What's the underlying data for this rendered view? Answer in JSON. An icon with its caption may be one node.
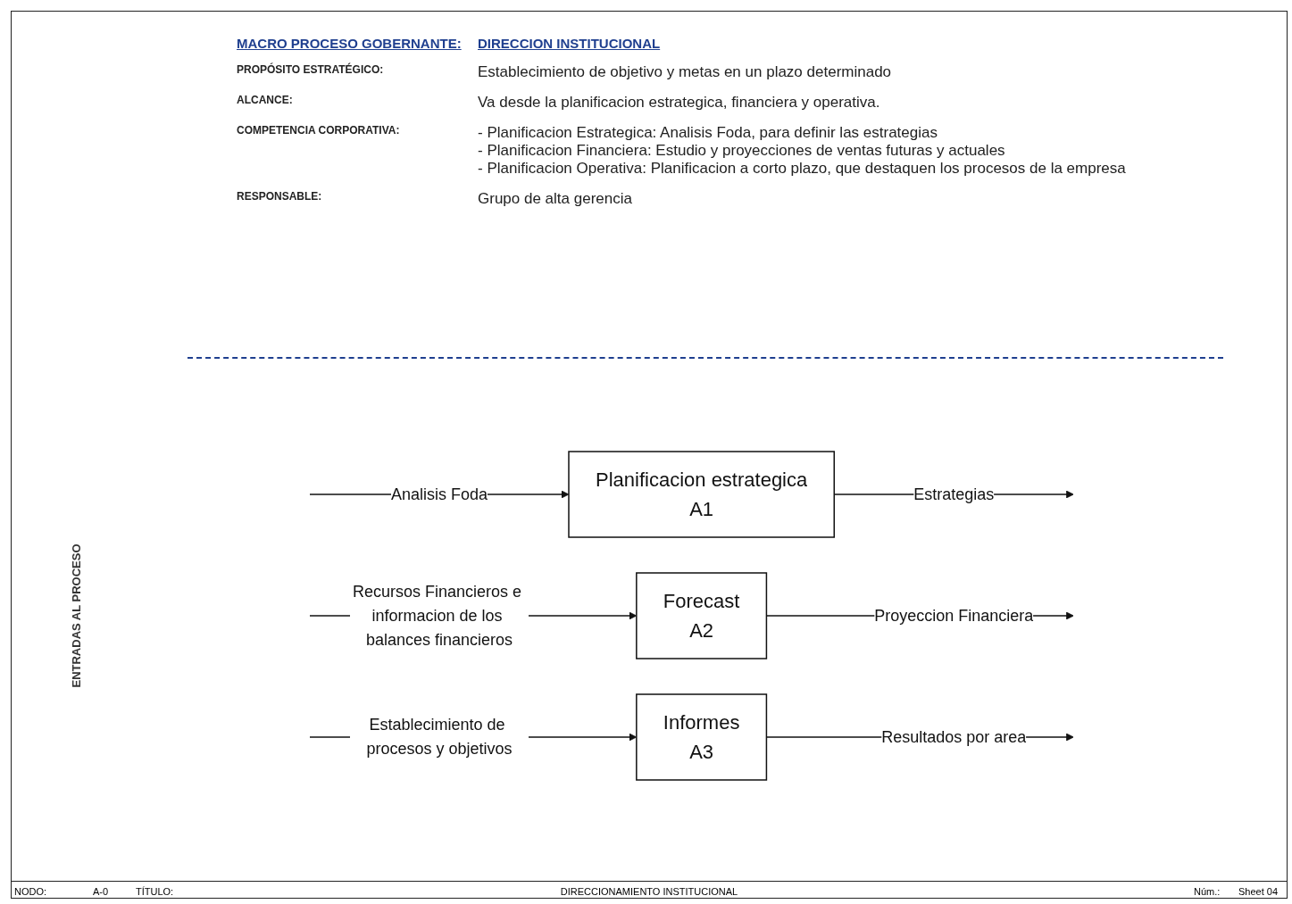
{
  "diagram": {
    "title": "DIRECCIONAMIENTO INSTITUCIONAL",
    "nodes": [
      {
        "text": [
          "Planificacion estrategica",
          "A1"
        ]
      },
      {
        "text": [
          "Forecast",
          "A2"
        ]
      },
      {
        "text": [
          "Informes",
          "A3"
        ]
      }
    ],
    "edges": [
      {
        "from": null,
        "to": 0,
        "arrow": "to",
        "label": "Analisis Foda"
      },
      {
        "from": 0,
        "to": null,
        "arrow": "to",
        "label": "Estrategias"
      },
      {
        "from": null,
        "to": 1,
        "arrow": "to",
        "label": "Recursos Financieros e informacion de los balances financieros"
      },
      {
        "from": 1,
        "to": null,
        "arrow": "to",
        "label": "Proyeccion Financiera"
      },
      {
        "from": null,
        "to": 2,
        "arrow": "to",
        "label": "Establecimiento de procesos y objetivos"
      },
      {
        "from": 2,
        "to": null,
        "arrow": "to",
        "label": "Resultados por area"
      }
    ],
    "labels": [
      "MACRO PROCESO GOBERNANTE:",
      "DIRECCION INSTITUCIONAL",
      "PROPÓSITO ESTRATÉGICO:",
      "Establecimiento de objetivo y metas en un plazo determinado",
      "ALCANCE:",
      "Va desde la planificacion estrategica, financiera y operativa.",
      "COMPETENCIA CORPORATIVA:",
      "- Planificacion Estrategica: Analisis Foda, para definir las estrategias",
      "- Planificacion Financiera: Estudio y proyecciones de ventas futuras y actuales",
      "- Planificacion Operativa: Planificacion a corto plazo, que destaquen los procesos de la empresa",
      "RESPONSABLE:",
      "Grupo de alta gerencia",
      "ENTRADAS AL PROCESO",
      "NODO:",
      "A-0",
      "TÍTULO:",
      "Núm.:",
      "Sheet 04"
    ]
  }
}
